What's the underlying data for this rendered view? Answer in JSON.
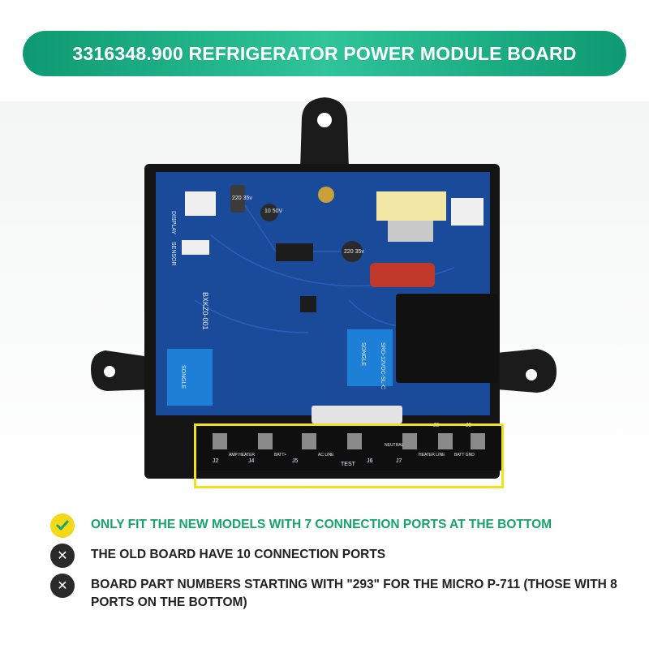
{
  "title": "3316348.900 REFRIGERATOR POWER MODULE BOARD",
  "colors": {
    "banner": "#1aae82",
    "highlight": "#f0e11d",
    "check_icon": "#f3d917",
    "x_icon": "#2a2a2a",
    "accent_text": "#16a46b",
    "board_blue": "#1a4a9a"
  },
  "board": {
    "silkscreen": "BXKZ0-001",
    "connector_labels": [
      "J2",
      "J4",
      "J5",
      "J6",
      "J7",
      "J8",
      "J9"
    ],
    "terminal_labels": [
      "AMP HEATER",
      "BATT+",
      "AC LINE",
      "NEUTRAL",
      "HEATER LINE",
      "BATT GND"
    ],
    "test_label": "TEST",
    "relay_brand": "SONGLE",
    "relay_model": "SRD-12VDC-SL-C",
    "capacitor_left": "220 35v",
    "capacitor_right": "220 35v",
    "capacitor_small": "10 50V",
    "header_labels": [
      "DISPLAY",
      "SENSOR"
    ]
  },
  "features": [
    {
      "icon": "check-icon",
      "text": "ONLY FIT THE NEW MODELS WITH 7 CONNECTION PORTS AT THE BOTTOM"
    },
    {
      "icon": "x-icon",
      "text": "THE OLD BOARD HAVE 10 CONNECTION PORTS"
    },
    {
      "icon": "x-icon",
      "text": "BOARD PART NUMBERS STARTING WITH \"293\" FOR THE MICRO P-711 (THOSE WITH 8 PORTS ON THE BOTTOM)"
    }
  ]
}
